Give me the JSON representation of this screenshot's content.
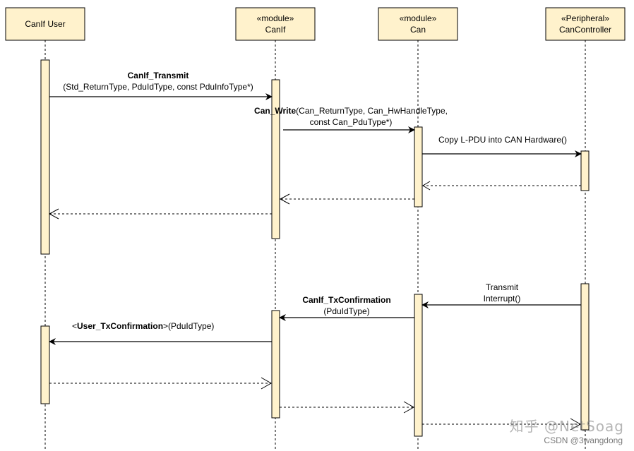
{
  "participants": [
    {
      "id": "user",
      "stereotype": "",
      "name": "CanIf User"
    },
    {
      "id": "canif",
      "stereotype": "«module»",
      "name": "CanIf"
    },
    {
      "id": "can",
      "stereotype": "«module»",
      "name": "Can"
    },
    {
      "id": "ctrl",
      "stereotype": "«Peripheral»",
      "name": "CanController"
    }
  ],
  "messages": {
    "m1": {
      "name": "CanIf_Transmit",
      "args": "(Std_ReturnType, PduIdType, const PduInfoType*)"
    },
    "m2": {
      "name": "Can_Write",
      "args1": "(Can_ReturnType, Can_HwHandleType,",
      "args2": "const Can_PduType*)"
    },
    "m3": {
      "text": "Copy L-PDU into CAN Hardware()"
    },
    "m4": {
      "line1": "Transmit",
      "line2": "Interrupt()"
    },
    "m5": {
      "name": "CanIf_TxConfirmation",
      "args": "(PduIdType)"
    },
    "m6": {
      "prefix": "<",
      "name": "User_TxConfirmation",
      "suffix": ">(PduIdType)"
    }
  },
  "watermark": "知乎 @NetSoag",
  "credit": "CSDN @3wangdong"
}
